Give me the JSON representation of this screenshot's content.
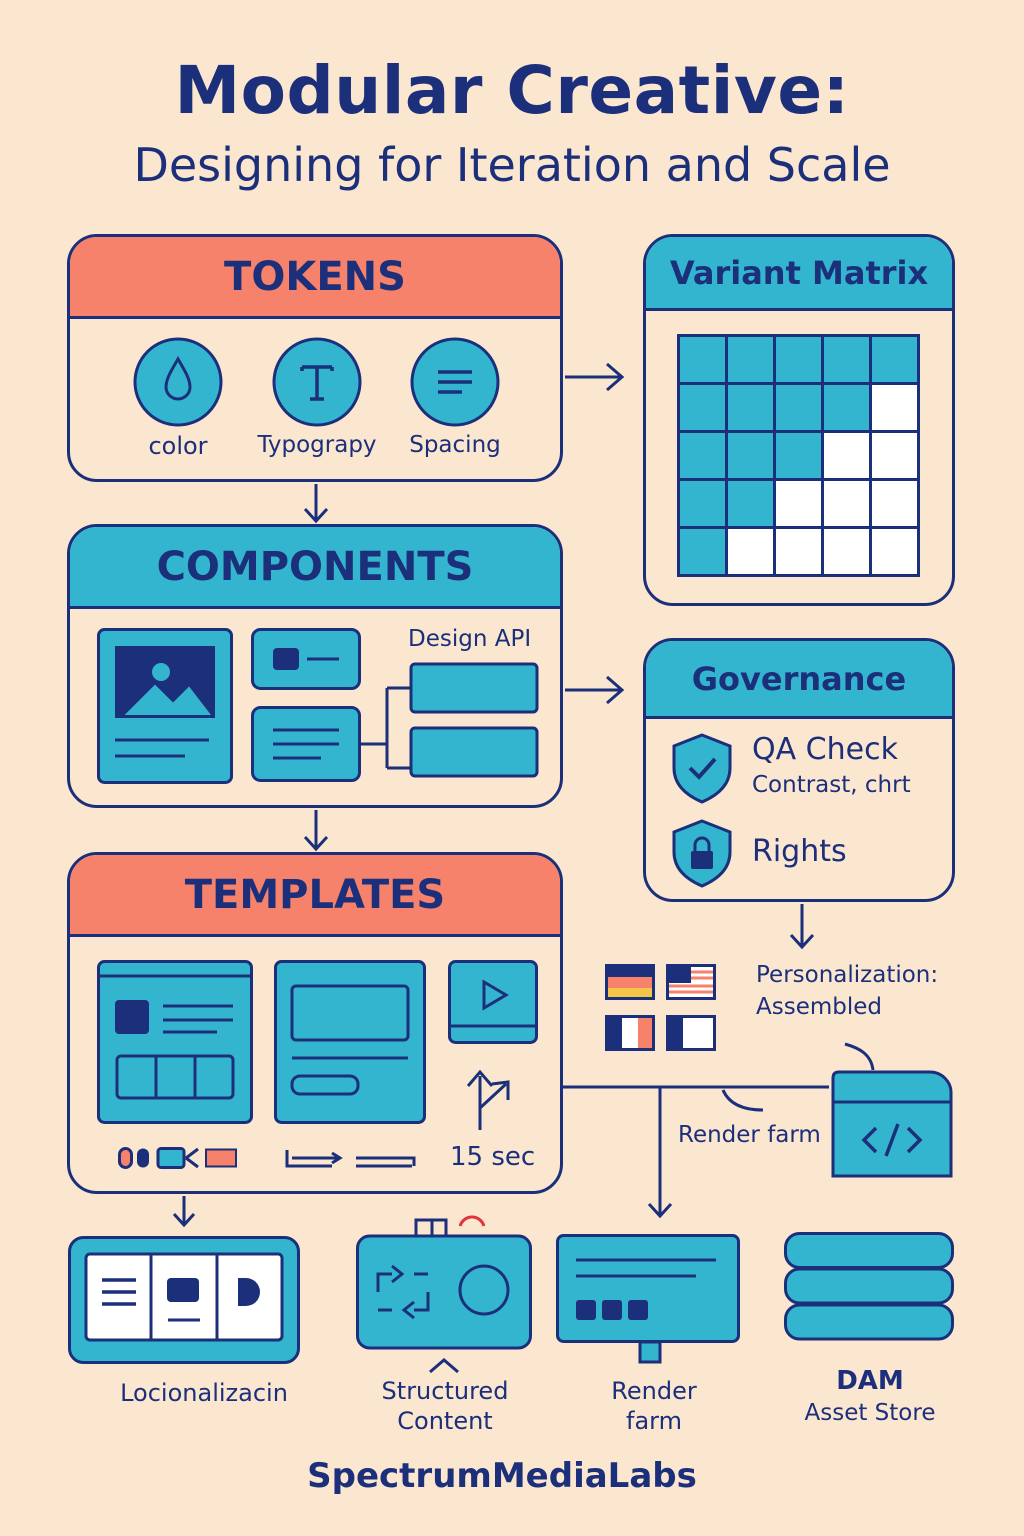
{
  "title": "Modular Creative:",
  "subtitle": "Designing for Iteration and Scale",
  "tokens": {
    "heading": "TOKENS",
    "items": [
      {
        "label": "color",
        "icon": "droplet-icon"
      },
      {
        "label": "Typograpy",
        "icon": "type-icon"
      },
      {
        "label": "Spacing",
        "icon": "lines-icon"
      }
    ]
  },
  "variant_matrix": {
    "heading": "Variant Matrix"
  },
  "components": {
    "heading": "COMPONENTS",
    "design_api": "Design API"
  },
  "governance": {
    "heading": "Governance",
    "qa_title": "QA Check",
    "qa_sub": "Contrast, chrt",
    "rights": "Rights"
  },
  "templates": {
    "heading": "TEMPLATES",
    "duration": "15 sec"
  },
  "personalization": {
    "line1": "Personalization:",
    "line2": "Assembled"
  },
  "render_farm_side": "Render farm",
  "bottom": {
    "localization": "Locionalizacin",
    "structured_line1": "Structured",
    "structured_line2": "Content",
    "render_line1": "Render",
    "render_line2": "farm",
    "dam_title": "DAM",
    "dam_sub": "Asset Store"
  },
  "footer": "SpectrumMediaLabs",
  "colors": {
    "background": "#fbe6d0",
    "navy": "#1b2f7a",
    "coral": "#f6826b",
    "teal": "#34b5cf"
  }
}
